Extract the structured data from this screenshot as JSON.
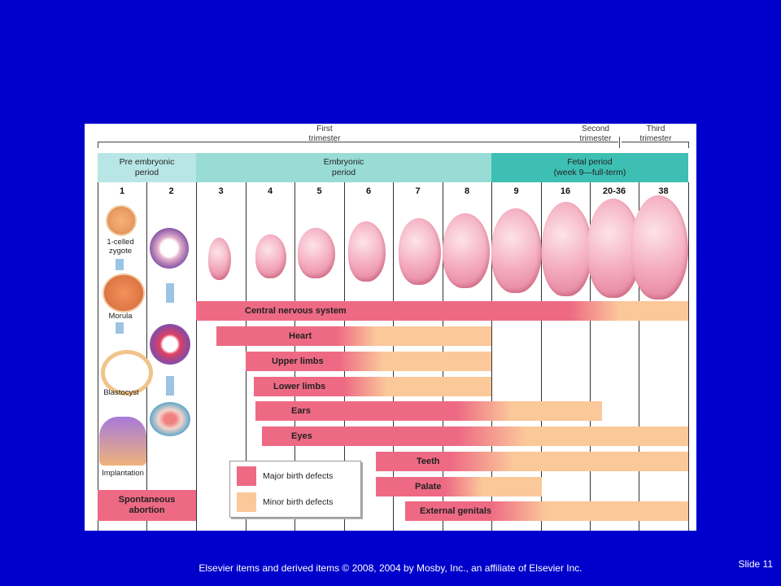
{
  "trimesters": {
    "first": "First\ntrimester",
    "second": "Second\ntrimester",
    "third": "Third\ntrimester"
  },
  "periods": {
    "pre": "Pre embryonic\nperiod",
    "embryonic": "Embryonic\nperiod",
    "fetal": "Fetal period\n(week 9—full-term)"
  },
  "weeks": [
    "1",
    "2",
    "3",
    "4",
    "5",
    "6",
    "7",
    "8",
    "9",
    "16",
    "20-36",
    "38"
  ],
  "early_labels": {
    "zygote": "1-celled\nzygote",
    "morula": "Morula",
    "blastocyst": "Blastocyst",
    "implantation": "Implantation"
  },
  "spontaneous_abortion": "Spontaneous\nabortion",
  "bars": [
    {
      "label": "Central nervous system",
      "major": "#ee6a84",
      "minor": "#fbc89a"
    },
    {
      "label": "Heart"
    },
    {
      "label": "Upper limbs"
    },
    {
      "label": "Lower limbs"
    },
    {
      "label": "Ears"
    },
    {
      "label": "Eyes"
    },
    {
      "label": "Teeth"
    },
    {
      "label": "Palate"
    },
    {
      "label": "External genitals"
    }
  ],
  "legend": {
    "major": "Major birth defects",
    "minor": "Minor birth defects"
  },
  "colors": {
    "pre_header": "#b8e6e6",
    "embryonic_header": "#99dcd6",
    "fetal_header": "#3ebfb3",
    "major": "#ee6a84",
    "minor": "#fbc89a",
    "background": "#0000cc"
  },
  "footer": "Elsevier items and derived items © 2008, 2004 by Mosby, Inc., an affiliate of Elsevier Inc.",
  "slide_number": "Slide 11"
}
